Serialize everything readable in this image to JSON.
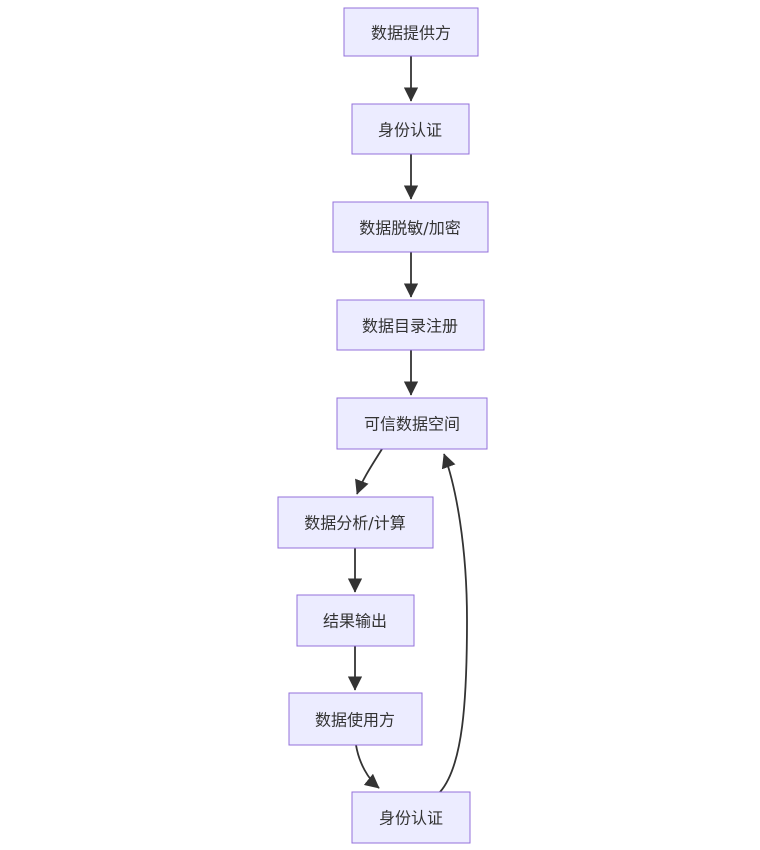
{
  "diagram": {
    "type": "flowchart",
    "direction": "top-down",
    "background_color": "#ffffff",
    "node_fill_color": "#ECECFF",
    "node_border_color": "#9370DB",
    "edge_color": "#333333",
    "text_color": "#333333",
    "nodes": [
      {
        "id": "data-provider",
        "label": "数据提供方"
      },
      {
        "id": "identity-auth-top",
        "label": "身份认证"
      },
      {
        "id": "data-mask-encrypt",
        "label": "数据脱敏/加密"
      },
      {
        "id": "data-catalog-register",
        "label": "数据目录注册"
      },
      {
        "id": "trusted-data-space",
        "label": "可信数据空间"
      },
      {
        "id": "data-analysis-compute",
        "label": "数据分析/计算"
      },
      {
        "id": "result-output",
        "label": "结果输出"
      },
      {
        "id": "data-consumer",
        "label": "数据使用方"
      },
      {
        "id": "identity-auth-bottom",
        "label": "身份认证"
      }
    ],
    "edges": [
      {
        "from": "data-provider",
        "to": "identity-auth-top"
      },
      {
        "from": "identity-auth-top",
        "to": "data-mask-encrypt"
      },
      {
        "from": "data-mask-encrypt",
        "to": "data-catalog-register"
      },
      {
        "from": "data-catalog-register",
        "to": "trusted-data-space"
      },
      {
        "from": "trusted-data-space",
        "to": "data-analysis-compute"
      },
      {
        "from": "data-analysis-compute",
        "to": "result-output"
      },
      {
        "from": "result-output",
        "to": "data-consumer"
      },
      {
        "from": "data-consumer",
        "to": "identity-auth-bottom"
      },
      {
        "from": "identity-auth-bottom",
        "to": "trusted-data-space"
      }
    ]
  }
}
